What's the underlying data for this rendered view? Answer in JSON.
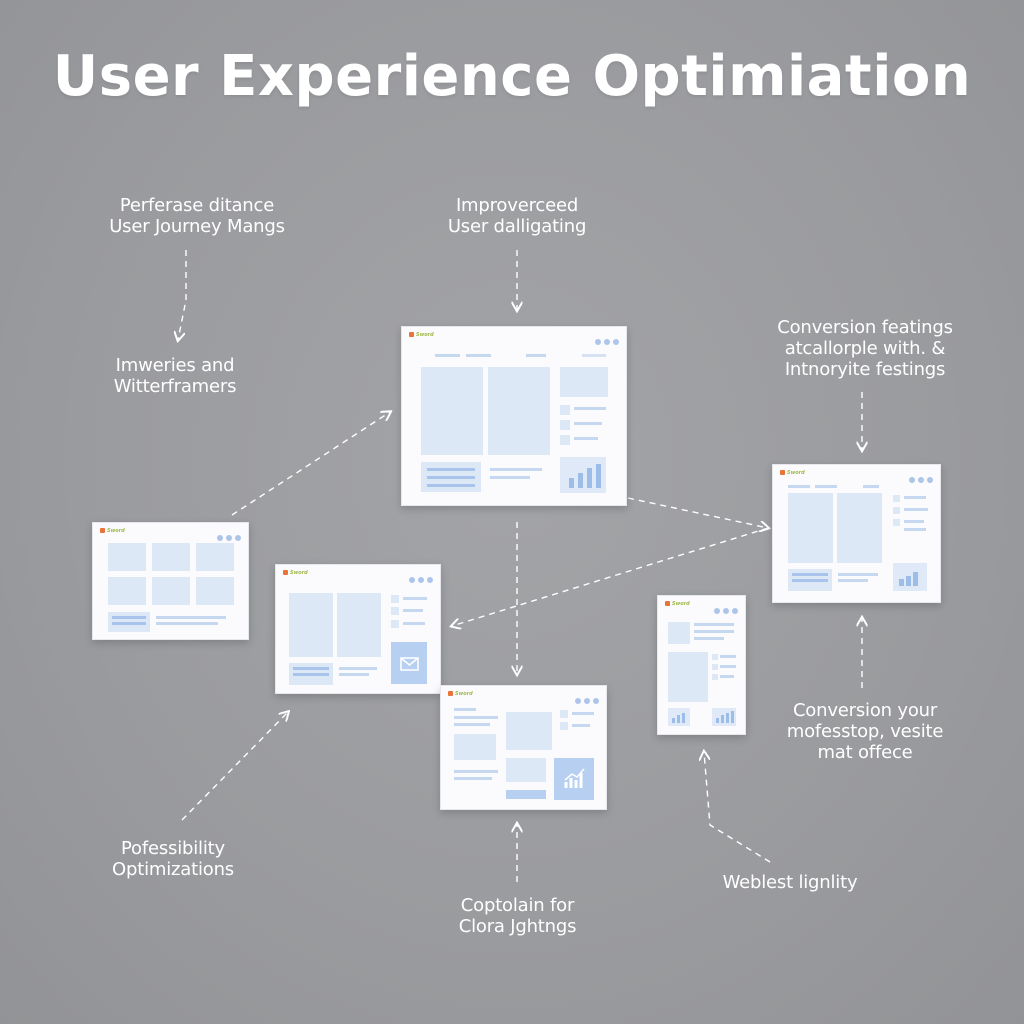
{
  "title": "User Experience Optimiation",
  "labels": {
    "top_left": [
      "Perferase ditance",
      "User Journey Mangs"
    ],
    "top_center": [
      "Improverceed",
      "User dalligating"
    ],
    "left_mid": [
      "Imweries and",
      "Witterframers"
    ],
    "right_top": [
      "Conversion featings",
      "atcallorple with. &",
      "Intnoryite festings"
    ],
    "right_mid": [
      "Conversion your",
      "mofesstop, vesite",
      "mat offece"
    ],
    "bottom_left": [
      "Pofessibility",
      "Optimizations"
    ],
    "bottom_center": [
      "Coptolain for",
      "Clora Jghtngs"
    ],
    "bottom_right": [
      "Weblest lignlity"
    ]
  },
  "windows": {
    "logo_text": "Sword"
  },
  "colors": {
    "background": "#9b9c9f",
    "window": "#fbfbfd",
    "block": "#dde8f6",
    "accent": "#aec5ea",
    "logo": "#9fb84a"
  },
  "icons": [
    "mail-icon",
    "bar-chart-icon",
    "window-dot-icon"
  ]
}
